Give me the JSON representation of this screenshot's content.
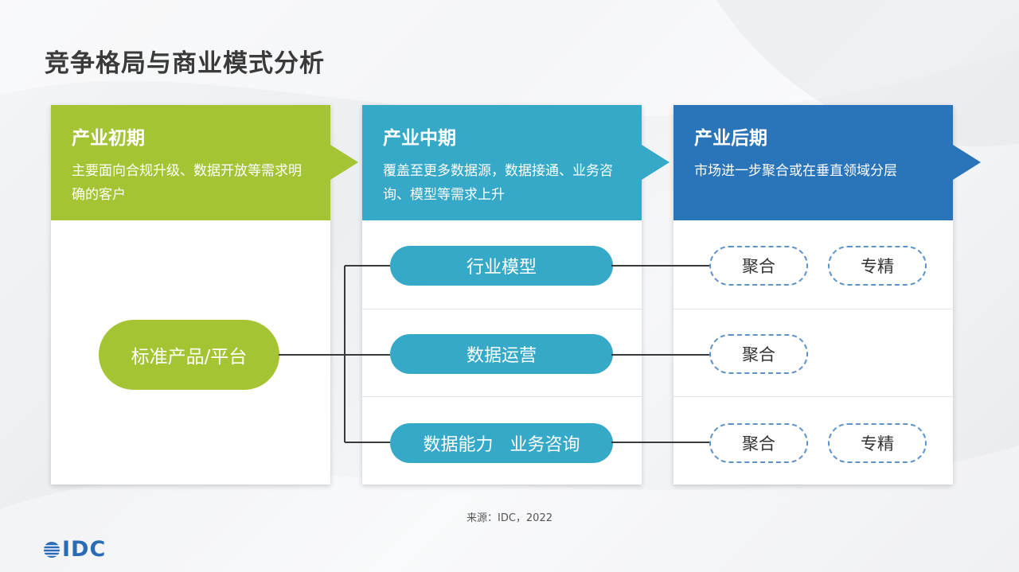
{
  "title": "竞争格局与商业模式分析",
  "stages": [
    {
      "heading": "产业初期",
      "desc": "主要面向合规升级、数据开放等需求明确的客户"
    },
    {
      "heading": "产业中期",
      "desc": "覆盖至更多数据源，数据接通、业务咨询、模型等需求上升"
    },
    {
      "heading": "产业后期",
      "desc": "市场进一步聚合或在垂直领域分层"
    }
  ],
  "root_node": "标准产品/平台",
  "mid_nodes": [
    "行业模型",
    "数据运营",
    "数据能力   业务咨询"
  ],
  "late_nodes": {
    "row1": [
      "聚合",
      "专精"
    ],
    "row2": [
      "聚合"
    ],
    "row3": [
      "聚合",
      "专精"
    ]
  },
  "source": "来源：IDC，2022",
  "logo": "IDC",
  "colors": {
    "green": "#a4c434",
    "teal": "#36a9c8",
    "blue": "#2a74b9",
    "dash": "#5d93c9"
  }
}
